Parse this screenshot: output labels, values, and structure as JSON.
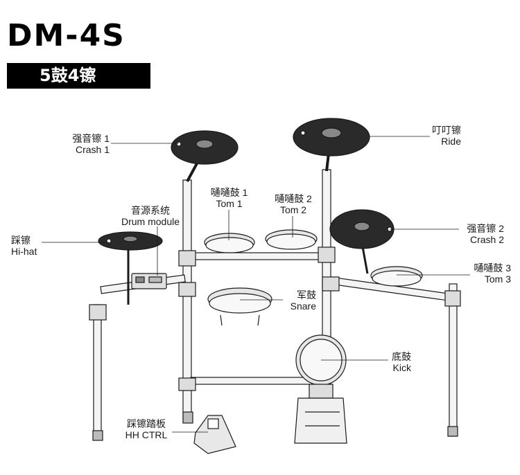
{
  "header": {
    "title": "DM-4S",
    "subtitle": "5鼓4镲"
  },
  "labels": {
    "crash1": {
      "zh": "强音镲 1",
      "en": "Crash 1"
    },
    "ride": {
      "zh": "叮叮镲",
      "en": "Ride"
    },
    "tom1": {
      "zh": "嗵嗵鼓 1",
      "en": "Tom 1"
    },
    "tom2": {
      "zh": "嗵嗵鼓 2",
      "en": "Tom 2"
    },
    "crash2": {
      "zh": "强音镲 2",
      "en": "Crash 2"
    },
    "module": {
      "zh": "音源系统",
      "en": "Drum module"
    },
    "hihat": {
      "zh": "踩镲",
      "en": "Hi-hat"
    },
    "tom3": {
      "zh": "嗵嗵鼓 3",
      "en": "Tom 3"
    },
    "snare": {
      "zh": "军鼓",
      "en": "Snare"
    },
    "kick": {
      "zh": "底鼓",
      "en": "Kick"
    },
    "hhctrl": {
      "zh": "踩镲踏板",
      "en": "HH CTRL"
    }
  },
  "colors": {
    "ink": "#1a1a1a",
    "cymbal": "#2a2a2a",
    "pad": "#e6e6e6"
  }
}
